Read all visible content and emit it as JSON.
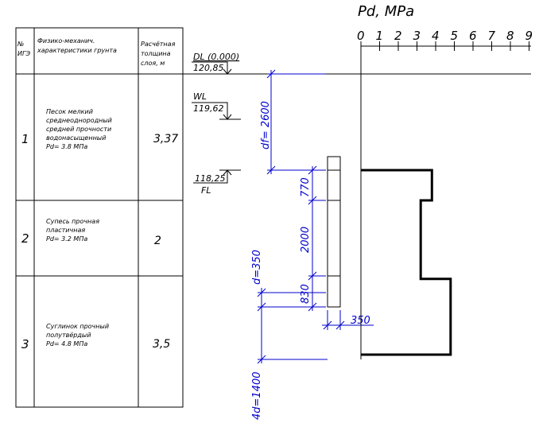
{
  "table": {
    "col_headers": [
      "№ ИГЭ",
      "Физико-механич. характеристики грунта",
      "Расчётная толщина слоя, м"
    ],
    "col_header_lines": [
      [
        "№",
        "ИГЭ"
      ],
      [
        "Физико-механич.",
        "характеристики грунта"
      ],
      [
        "Расчётная",
        "толщина",
        "слоя, м"
      ]
    ],
    "rows": [
      {
        "num": "1",
        "desc": [
          "Песок мелкий",
          "среднеоднородный",
          "средней прочности",
          "водонасыщенный",
          "Pd= 3.8 МПа"
        ],
        "thickness": "3,37"
      },
      {
        "num": "2",
        "desc": [
          "Супесь прочная",
          "пластичная",
          "Pd= 3.2 МПа"
        ],
        "thickness": "2"
      },
      {
        "num": "3",
        "desc": [
          "Суглинок прочный",
          "полутвёрдый",
          "Pd= 4.8 МПа"
        ],
        "thickness": "3,5"
      }
    ]
  },
  "levels": {
    "dl_label": "DL (0.000)",
    "dl_value": "120,85",
    "wl_label": "WL",
    "wl_value": "119,62",
    "fl_value": "118,25",
    "fl_label": "FL"
  },
  "dimensions": {
    "df": "df= 2600",
    "d770": "770",
    "d2000": "2000",
    "d830": "830",
    "d350": "350",
    "d_eq": "d=350",
    "d4": "4d=1400"
  },
  "pd_axis": {
    "title": "Pd, MPa",
    "ticks": [
      "0",
      "1",
      "2",
      "3",
      "4",
      "5",
      "6",
      "7",
      "8",
      "9"
    ]
  },
  "chart_data": {
    "type": "step",
    "x_label": "Pd, MPa",
    "xlim": [
      0,
      9
    ],
    "segments": [
      {
        "layer": "1",
        "pd": 3.8,
        "length_mm": 770
      },
      {
        "layer": "2",
        "pd": 3.2,
        "length_mm": 2000
      },
      {
        "layer": "3",
        "pd": 4.8,
        "length_mm": 1930
      }
    ]
  },
  "colors": {
    "dimension": "#0000cc",
    "line": "#000000"
  }
}
